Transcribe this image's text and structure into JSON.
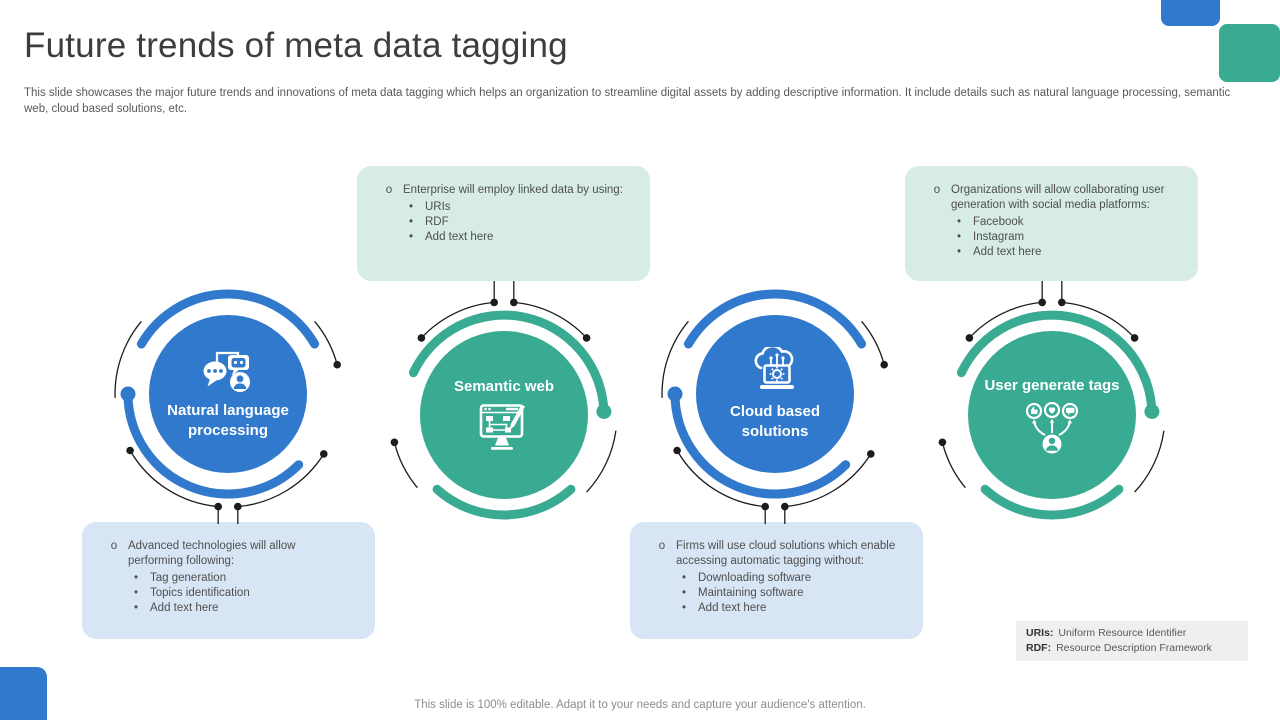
{
  "slide": {
    "title": "Future trends of meta data tagging",
    "description": "This slide showcases the major future trends and innovations of meta data tagging which helps an organization to streamline digital assets by adding descriptive information. It include details such as natural language processing, semantic web, cloud based solutions, etc.",
    "footer": "This slide is 100% editable. Adapt it to your needs and capture your audience's attention."
  },
  "markers": {
    "level1": "o",
    "level2": "•"
  },
  "colors": {
    "blue": "#3079CC",
    "teal": "#3AAB93",
    "callout_teal_bg": "#D8ECE7",
    "callout_blue_bg": "#D8E5F4",
    "legend_bg": "#EFEFEF"
  },
  "trends": [
    {
      "label": "Natural language processing",
      "icon": "chatbot-nlp-icon",
      "callout": {
        "position": "below",
        "lead": "Advanced technologies will allow performing following:",
        "bullets": [
          "Tag generation",
          "Topics identification",
          "Add text here"
        ]
      }
    },
    {
      "label": "Semantic web",
      "icon": "semantic-web-monitor-icon",
      "callout": {
        "position": "above",
        "lead": "Enterprise will employ linked data by using:",
        "bullets": [
          "URIs",
          "RDF",
          "Add text here"
        ]
      }
    },
    {
      "label": "Cloud based solutions",
      "icon": "cloud-computing-icon",
      "callout": {
        "position": "below",
        "lead": "Firms will use cloud solutions which enable accessing automatic tagging without:",
        "bullets": [
          "Downloading software",
          "Maintaining software",
          "Add text here"
        ]
      }
    },
    {
      "label": "User generate tags",
      "icon": "user-generated-tags-icon",
      "callout": {
        "position": "above",
        "lead": "Organizations will allow collaborating user generation with social media platforms:",
        "bullets": [
          "Facebook",
          "Instagram",
          "Add text here"
        ]
      }
    }
  ],
  "legend": [
    {
      "term": "URIs:",
      "definition": "Uniform Resource Identifier"
    },
    {
      "term": "RDF:",
      "definition": "Resource Description Framework"
    }
  ]
}
